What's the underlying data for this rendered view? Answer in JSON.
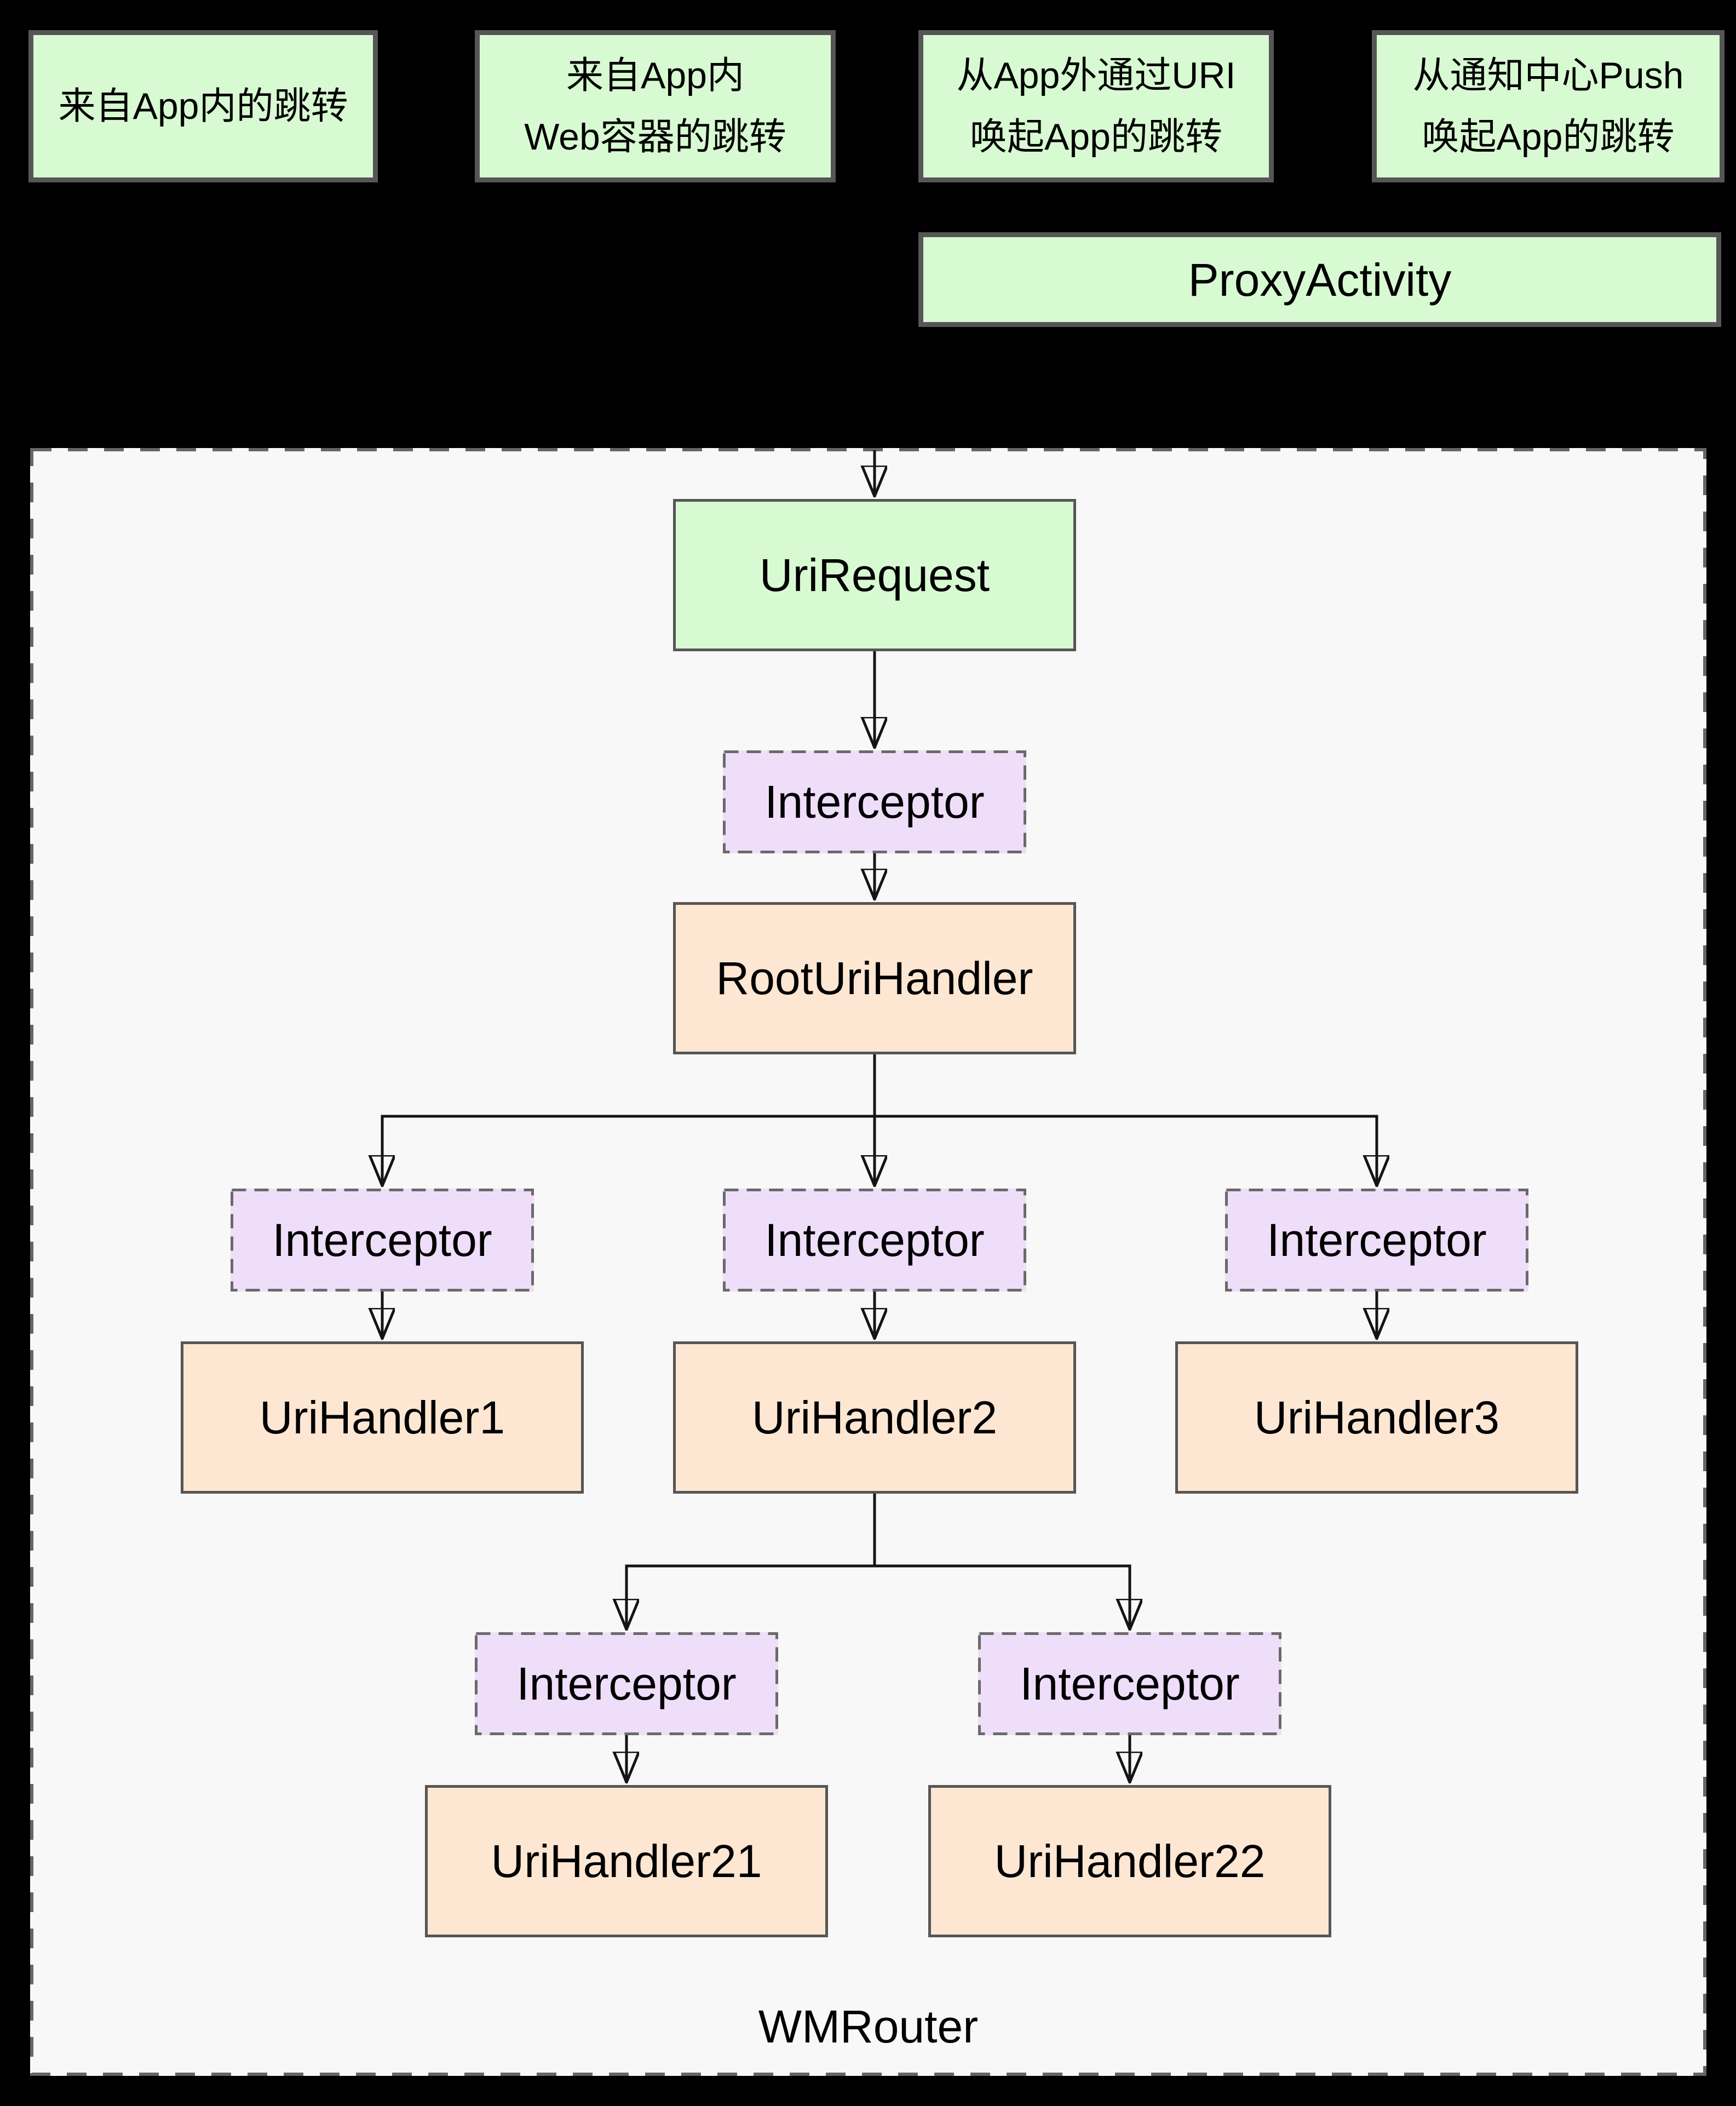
{
  "diagram": {
    "sources": [
      {
        "lines": [
          "来自App内的跳转"
        ]
      },
      {
        "lines": [
          "来自App内",
          "Web容器的跳转"
        ]
      },
      {
        "lines": [
          "从App外通过URI",
          "唤起App的跳转"
        ]
      },
      {
        "lines": [
          "从通知中心Push",
          "唤起App的跳转"
        ]
      }
    ],
    "proxy": {
      "label": "ProxyActivity"
    },
    "router": {
      "boundary_label": "WMRouter",
      "uri_request": "UriRequest",
      "interceptor": "Interceptor",
      "root_uri_handler": "RootUriHandler",
      "uri_handler_1": "UriHandler1",
      "uri_handler_2": "UriHandler2",
      "uri_handler_3": "UriHandler3",
      "uri_handler_21": "UriHandler21",
      "uri_handler_22": "UriHandler22"
    },
    "colors": {
      "bg": "#000000",
      "source_fill": "#d8fad2",
      "handler_fill": "#fde7d3",
      "interceptor_fill": "#efdefa",
      "boundary_fill": "#f8f8f8",
      "line": "#141414"
    }
  }
}
